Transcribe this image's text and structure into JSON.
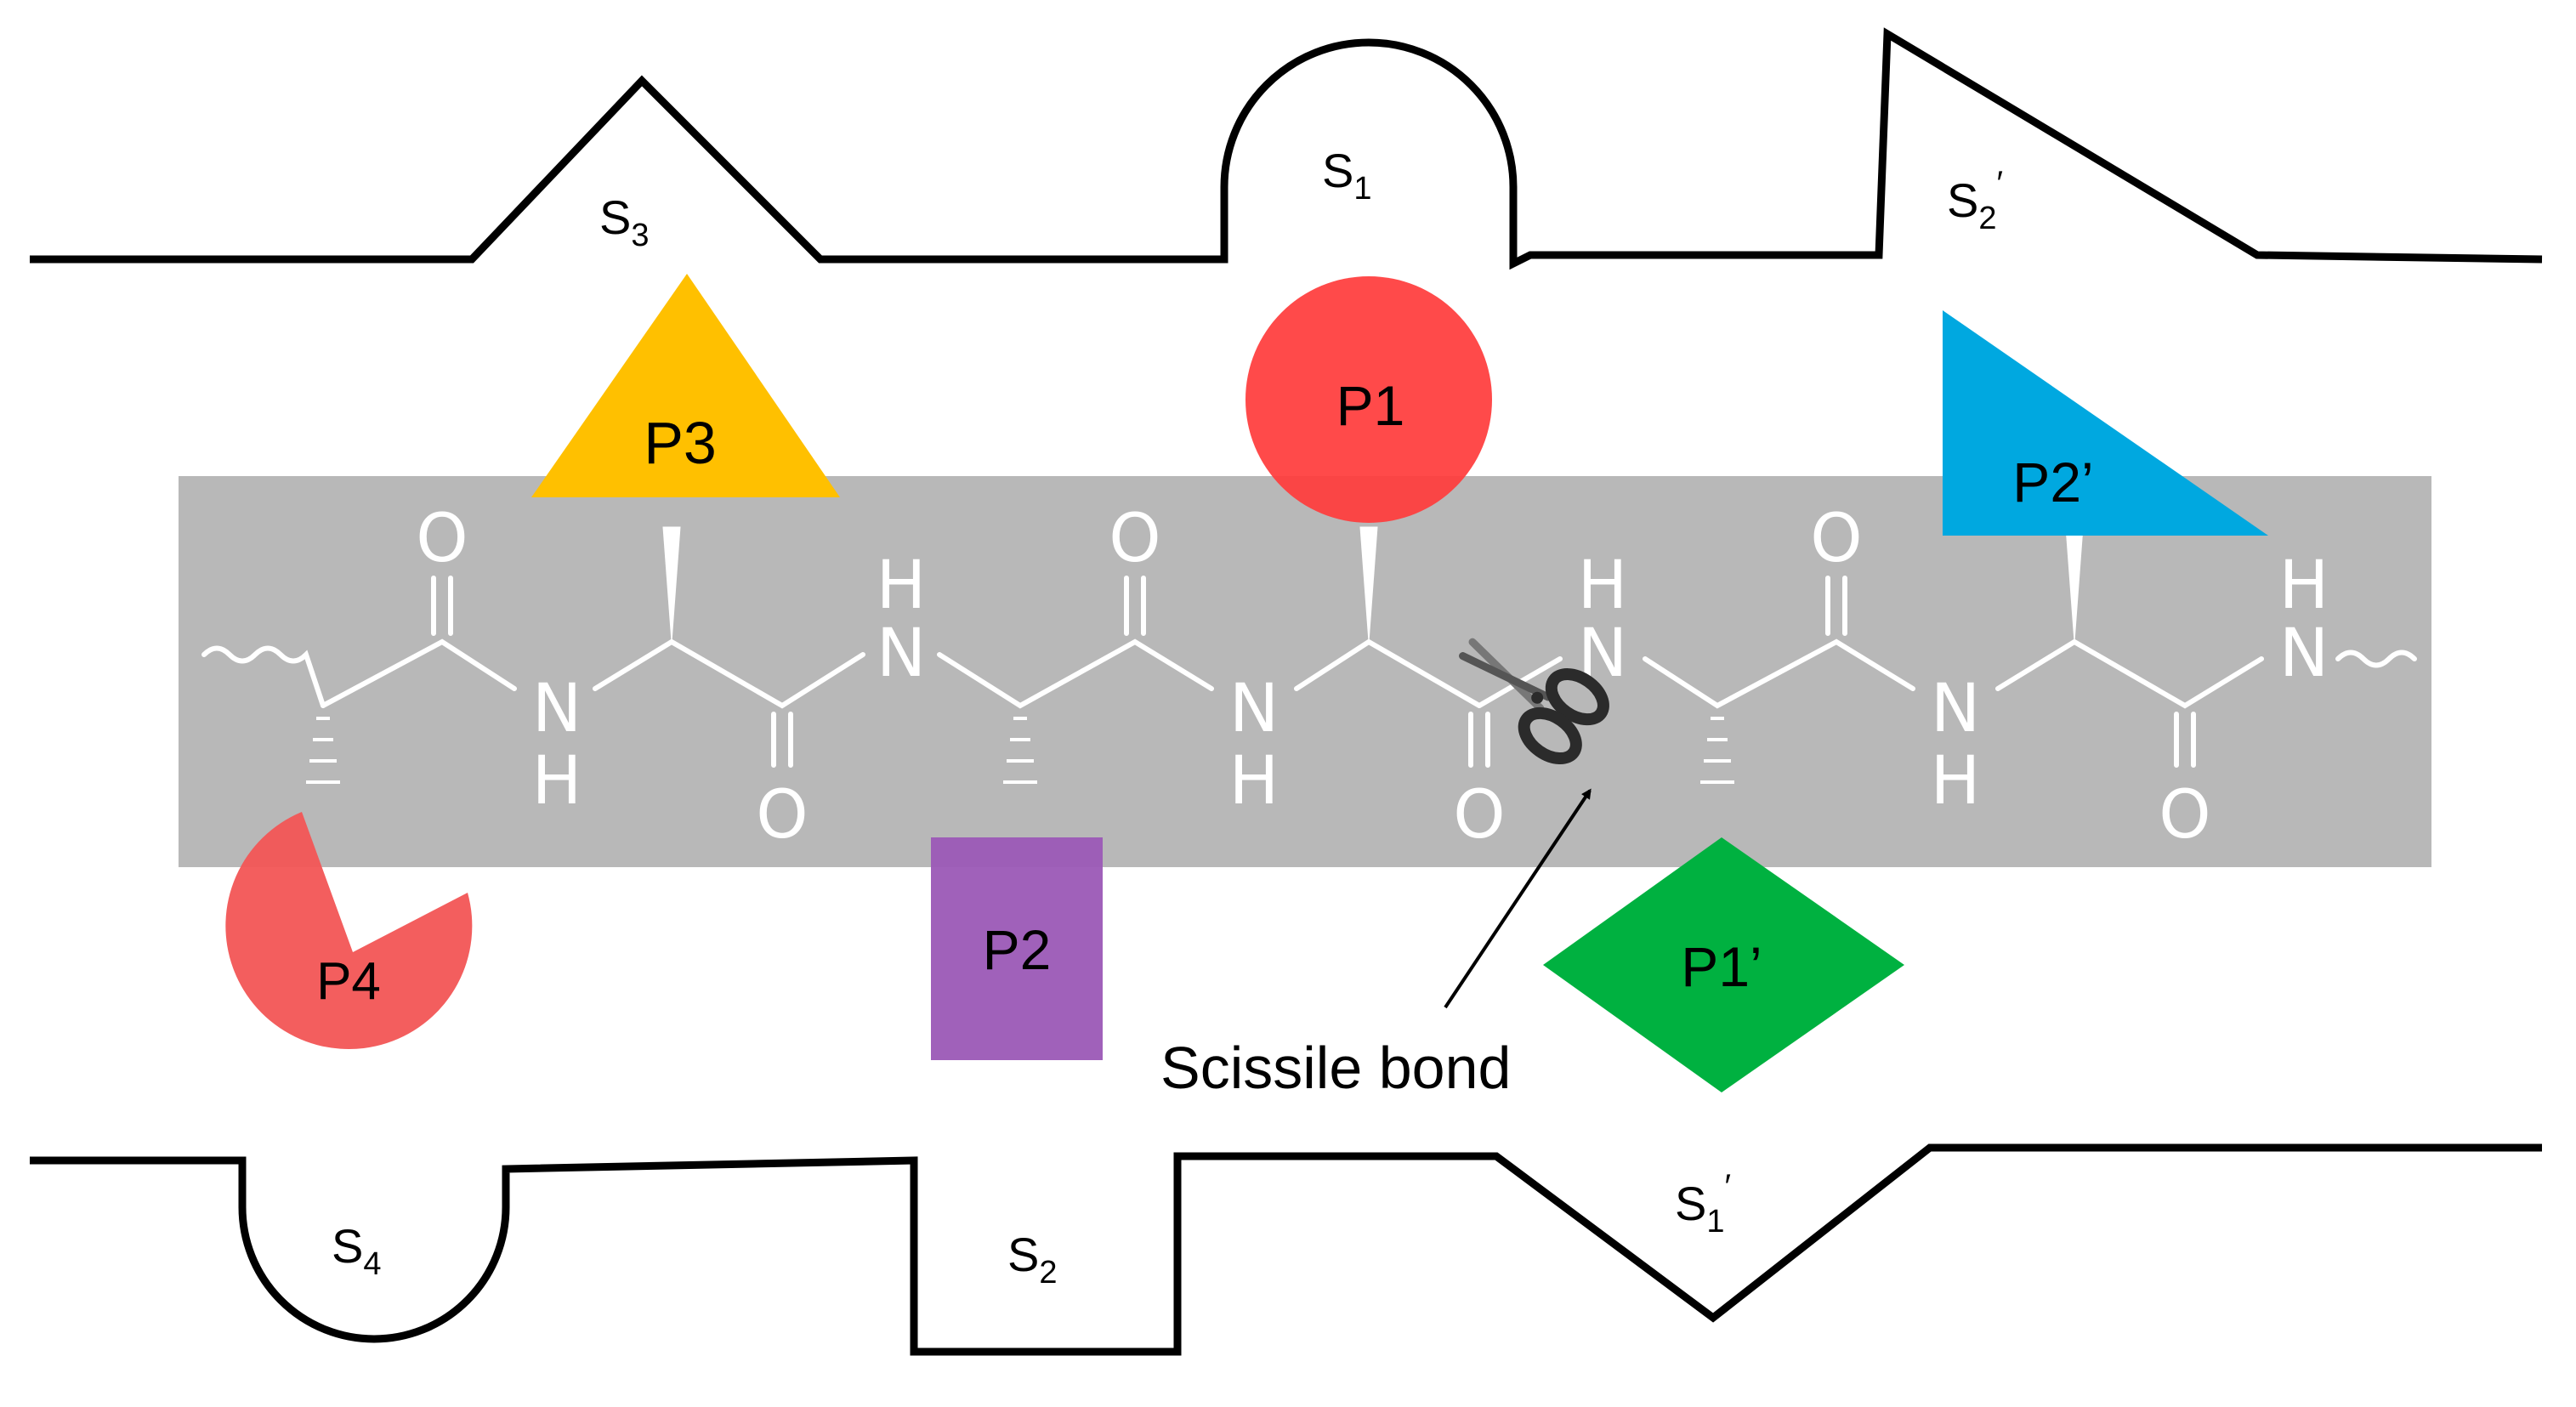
{
  "pockets_top": [
    {
      "id": "S3",
      "base": "S",
      "sub": "3"
    },
    {
      "id": "S1",
      "base": "S",
      "sub": "1"
    },
    {
      "id": "S2p",
      "base": "S",
      "sub": "2",
      "prime": "′"
    }
  ],
  "pockets_bottom": [
    {
      "id": "S4",
      "base": "S",
      "sub": "4"
    },
    {
      "id": "S2",
      "base": "S",
      "sub": "2"
    },
    {
      "id": "S1p",
      "base": "S",
      "sub": "1",
      "prime": "′"
    }
  ],
  "residues": [
    {
      "id": "P4",
      "label": "P4",
      "shape": "pacman",
      "color": "#f25555"
    },
    {
      "id": "P3",
      "label": "P3",
      "shape": "triangle",
      "color": "#ffc000"
    },
    {
      "id": "P2",
      "label": "P2",
      "shape": "rectangle",
      "color": "#9b59b6"
    },
    {
      "id": "P1",
      "label": "P1",
      "shape": "circle",
      "color": "#ff3b3b"
    },
    {
      "id": "P1p",
      "label": "P1’",
      "shape": "diamond",
      "color": "#00b140"
    },
    {
      "id": "P2p",
      "label": "P2’",
      "shape": "right-triangle",
      "color": "#00a8e0"
    }
  ],
  "backbone": {
    "color": "#b8b8b8",
    "atom_O": "O",
    "atom_N": "N",
    "atom_H": "H"
  },
  "annotation": {
    "scissile_label": "Scissile bond",
    "scissors_icon": "scissors-icon"
  },
  "colors": {
    "outline": "#000000",
    "text": "#000000",
    "atoms": "#ffffff"
  }
}
